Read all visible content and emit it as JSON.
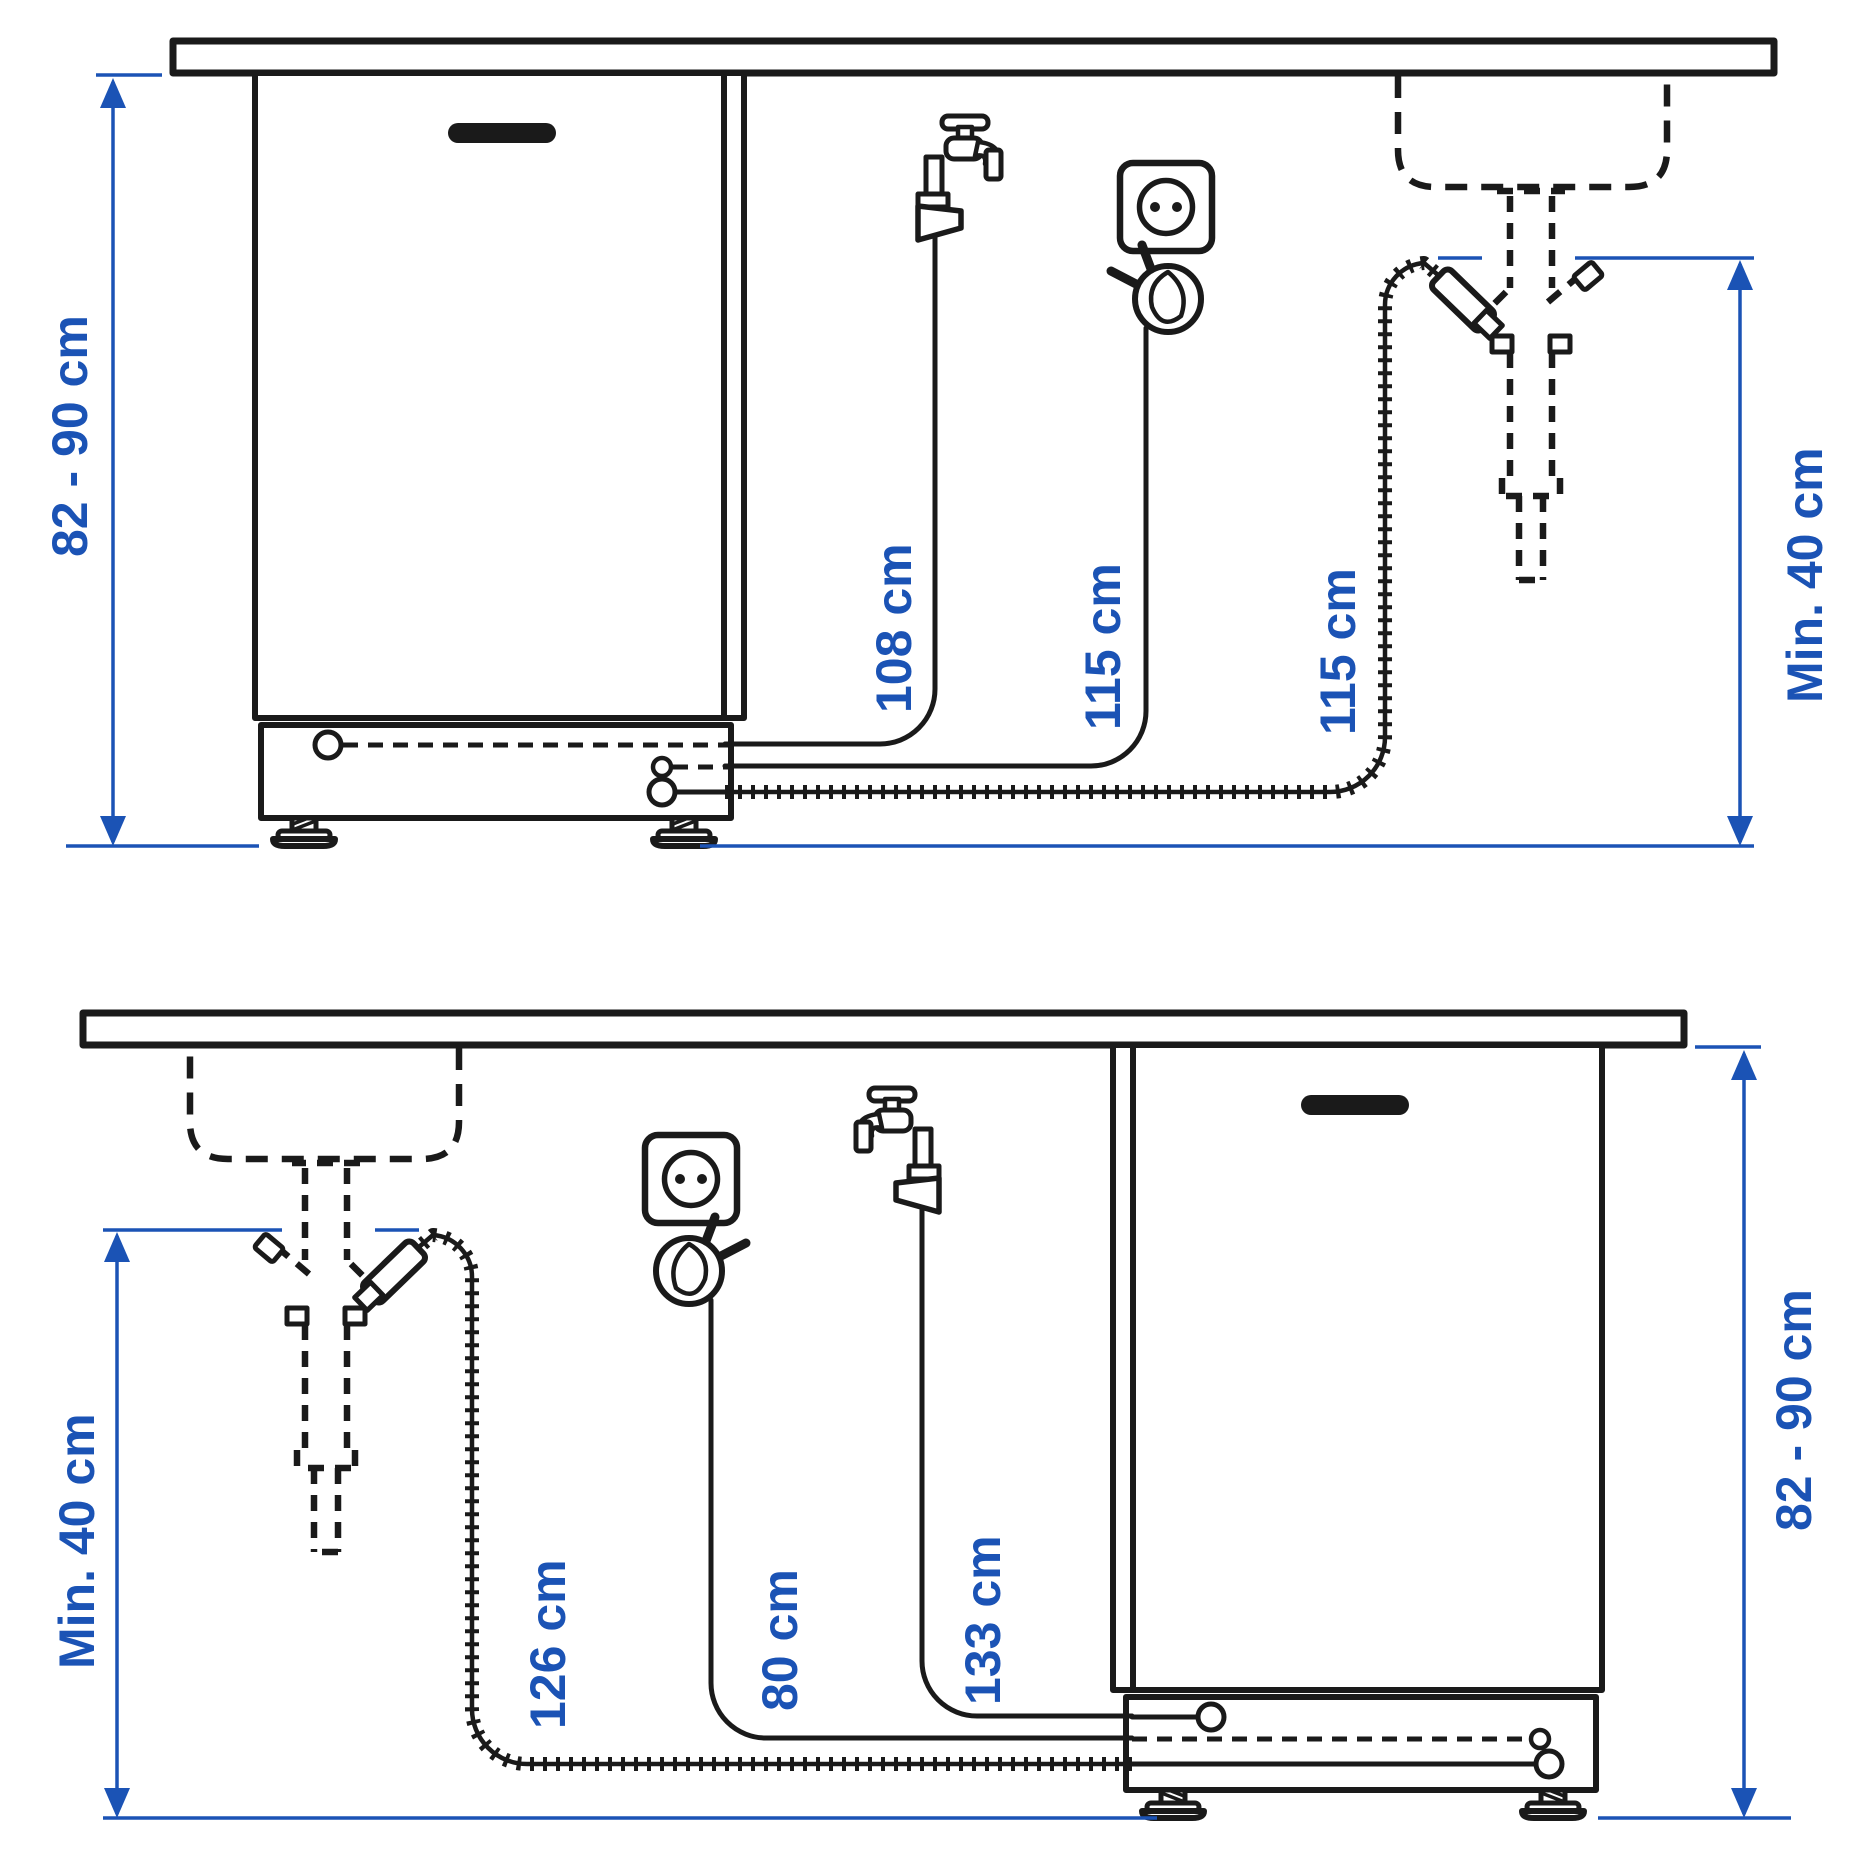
{
  "title": "Dishwasher hose and cable installation measurements",
  "colors": {
    "artwork": "#1a1a1a",
    "dimension_blue": "#1b53b5",
    "background": "#ffffff"
  },
  "top_diagram": {
    "cabinet_height_label": "82 - 90 cm",
    "supply_hose_label": "108 cm",
    "power_cable_label": "115 cm",
    "drain_hose_label": "115 cm",
    "drain_clearance_label": "Min. 40 cm"
  },
  "bottom_diagram": {
    "drain_clearance_label": "Min. 40 cm",
    "drain_hose_label": "126 cm",
    "power_cable_label": "80 cm",
    "supply_hose_label": "133 cm",
    "cabinet_height_label": "82 - 90 cm"
  },
  "icons": [
    "countertop",
    "dishwasher-cabinet",
    "door-handle-icon",
    "plinth",
    "leveling-foot-icon",
    "water-tap-icon",
    "power-outlet-icon",
    "power-plug-icon",
    "sink-bowl-icon",
    "drain-trap-icon",
    "drain-hose-connector-icon",
    "supply-hose",
    "power-cable",
    "corrugated-drain-hose",
    "dimension-arrow-icon"
  ]
}
